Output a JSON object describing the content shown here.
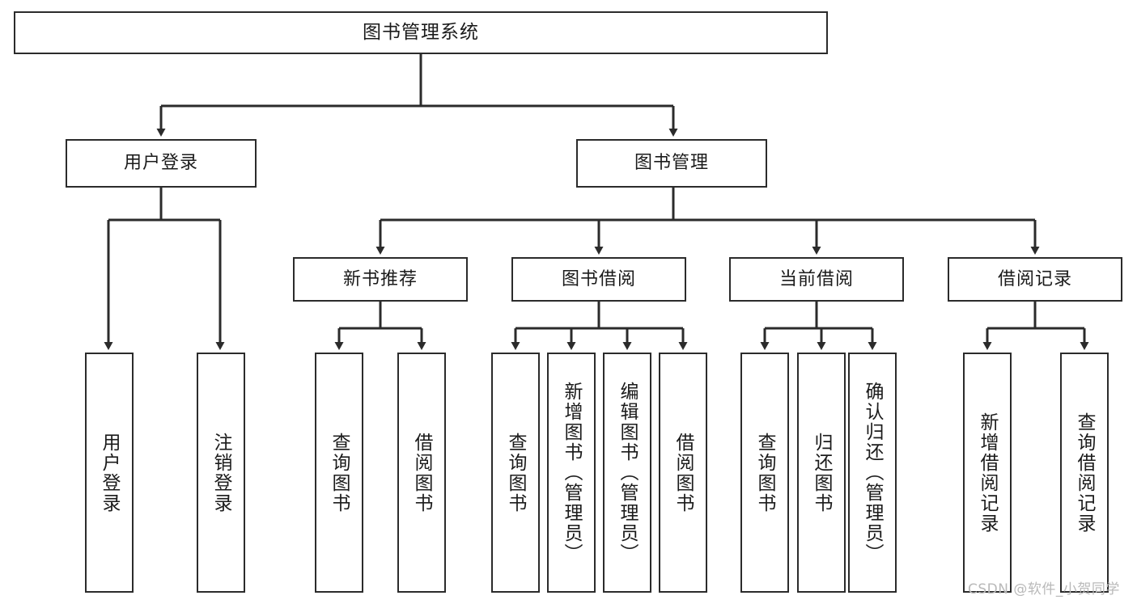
{
  "diagram": {
    "title": "图书管理系统",
    "type": "tree-hierarchy-chart",
    "orientation": "top-down",
    "stroke_color": "#2b2b2b",
    "background_color": "#ffffff",
    "text_color": "#1b1b1b"
  },
  "nodes": {
    "root": {
      "label": "图书管理系统"
    },
    "level2": [
      {
        "id": "user-login",
        "label": "用户登录"
      },
      {
        "id": "book-management",
        "label": "图书管理"
      }
    ],
    "level3": [
      {
        "id": "new-book-recommend",
        "label": "新书推荐"
      },
      {
        "id": "book-borrow",
        "label": "图书借阅"
      },
      {
        "id": "current-borrow",
        "label": "当前借阅"
      },
      {
        "id": "borrow-record",
        "label": "借阅记录"
      }
    ],
    "leaves": {
      "user_login": [
        {
          "id": "leaf-user-login",
          "label": "用户登录"
        },
        {
          "id": "leaf-logout-login",
          "label": "注销登录"
        }
      ],
      "new_book_recommend": [
        {
          "id": "leaf-query-book-1",
          "label": "查询图书"
        },
        {
          "id": "leaf-borrow-book-1",
          "label": "借阅图书"
        }
      ],
      "book_borrow": [
        {
          "id": "leaf-query-book-2",
          "label": "查询图书"
        },
        {
          "id": "leaf-add-book-admin",
          "label": "新增图书（管理员）"
        },
        {
          "id": "leaf-edit-book-admin",
          "label": "编辑图书（管理员）"
        },
        {
          "id": "leaf-borrow-book-2",
          "label": "借阅图书"
        }
      ],
      "current_borrow": [
        {
          "id": "leaf-query-book-3",
          "label": "查询图书"
        },
        {
          "id": "leaf-return-book",
          "label": "归还图书"
        },
        {
          "id": "leaf-confirm-return-admin",
          "label": "确认归还（管理员）"
        }
      ],
      "borrow_record": [
        {
          "id": "leaf-add-borrow-record",
          "label": "新增借阅记录"
        },
        {
          "id": "leaf-query-borrow-record",
          "label": "查询借阅记录"
        }
      ]
    }
  },
  "watermark": {
    "text": "CSDN @软件_小贺同学"
  }
}
